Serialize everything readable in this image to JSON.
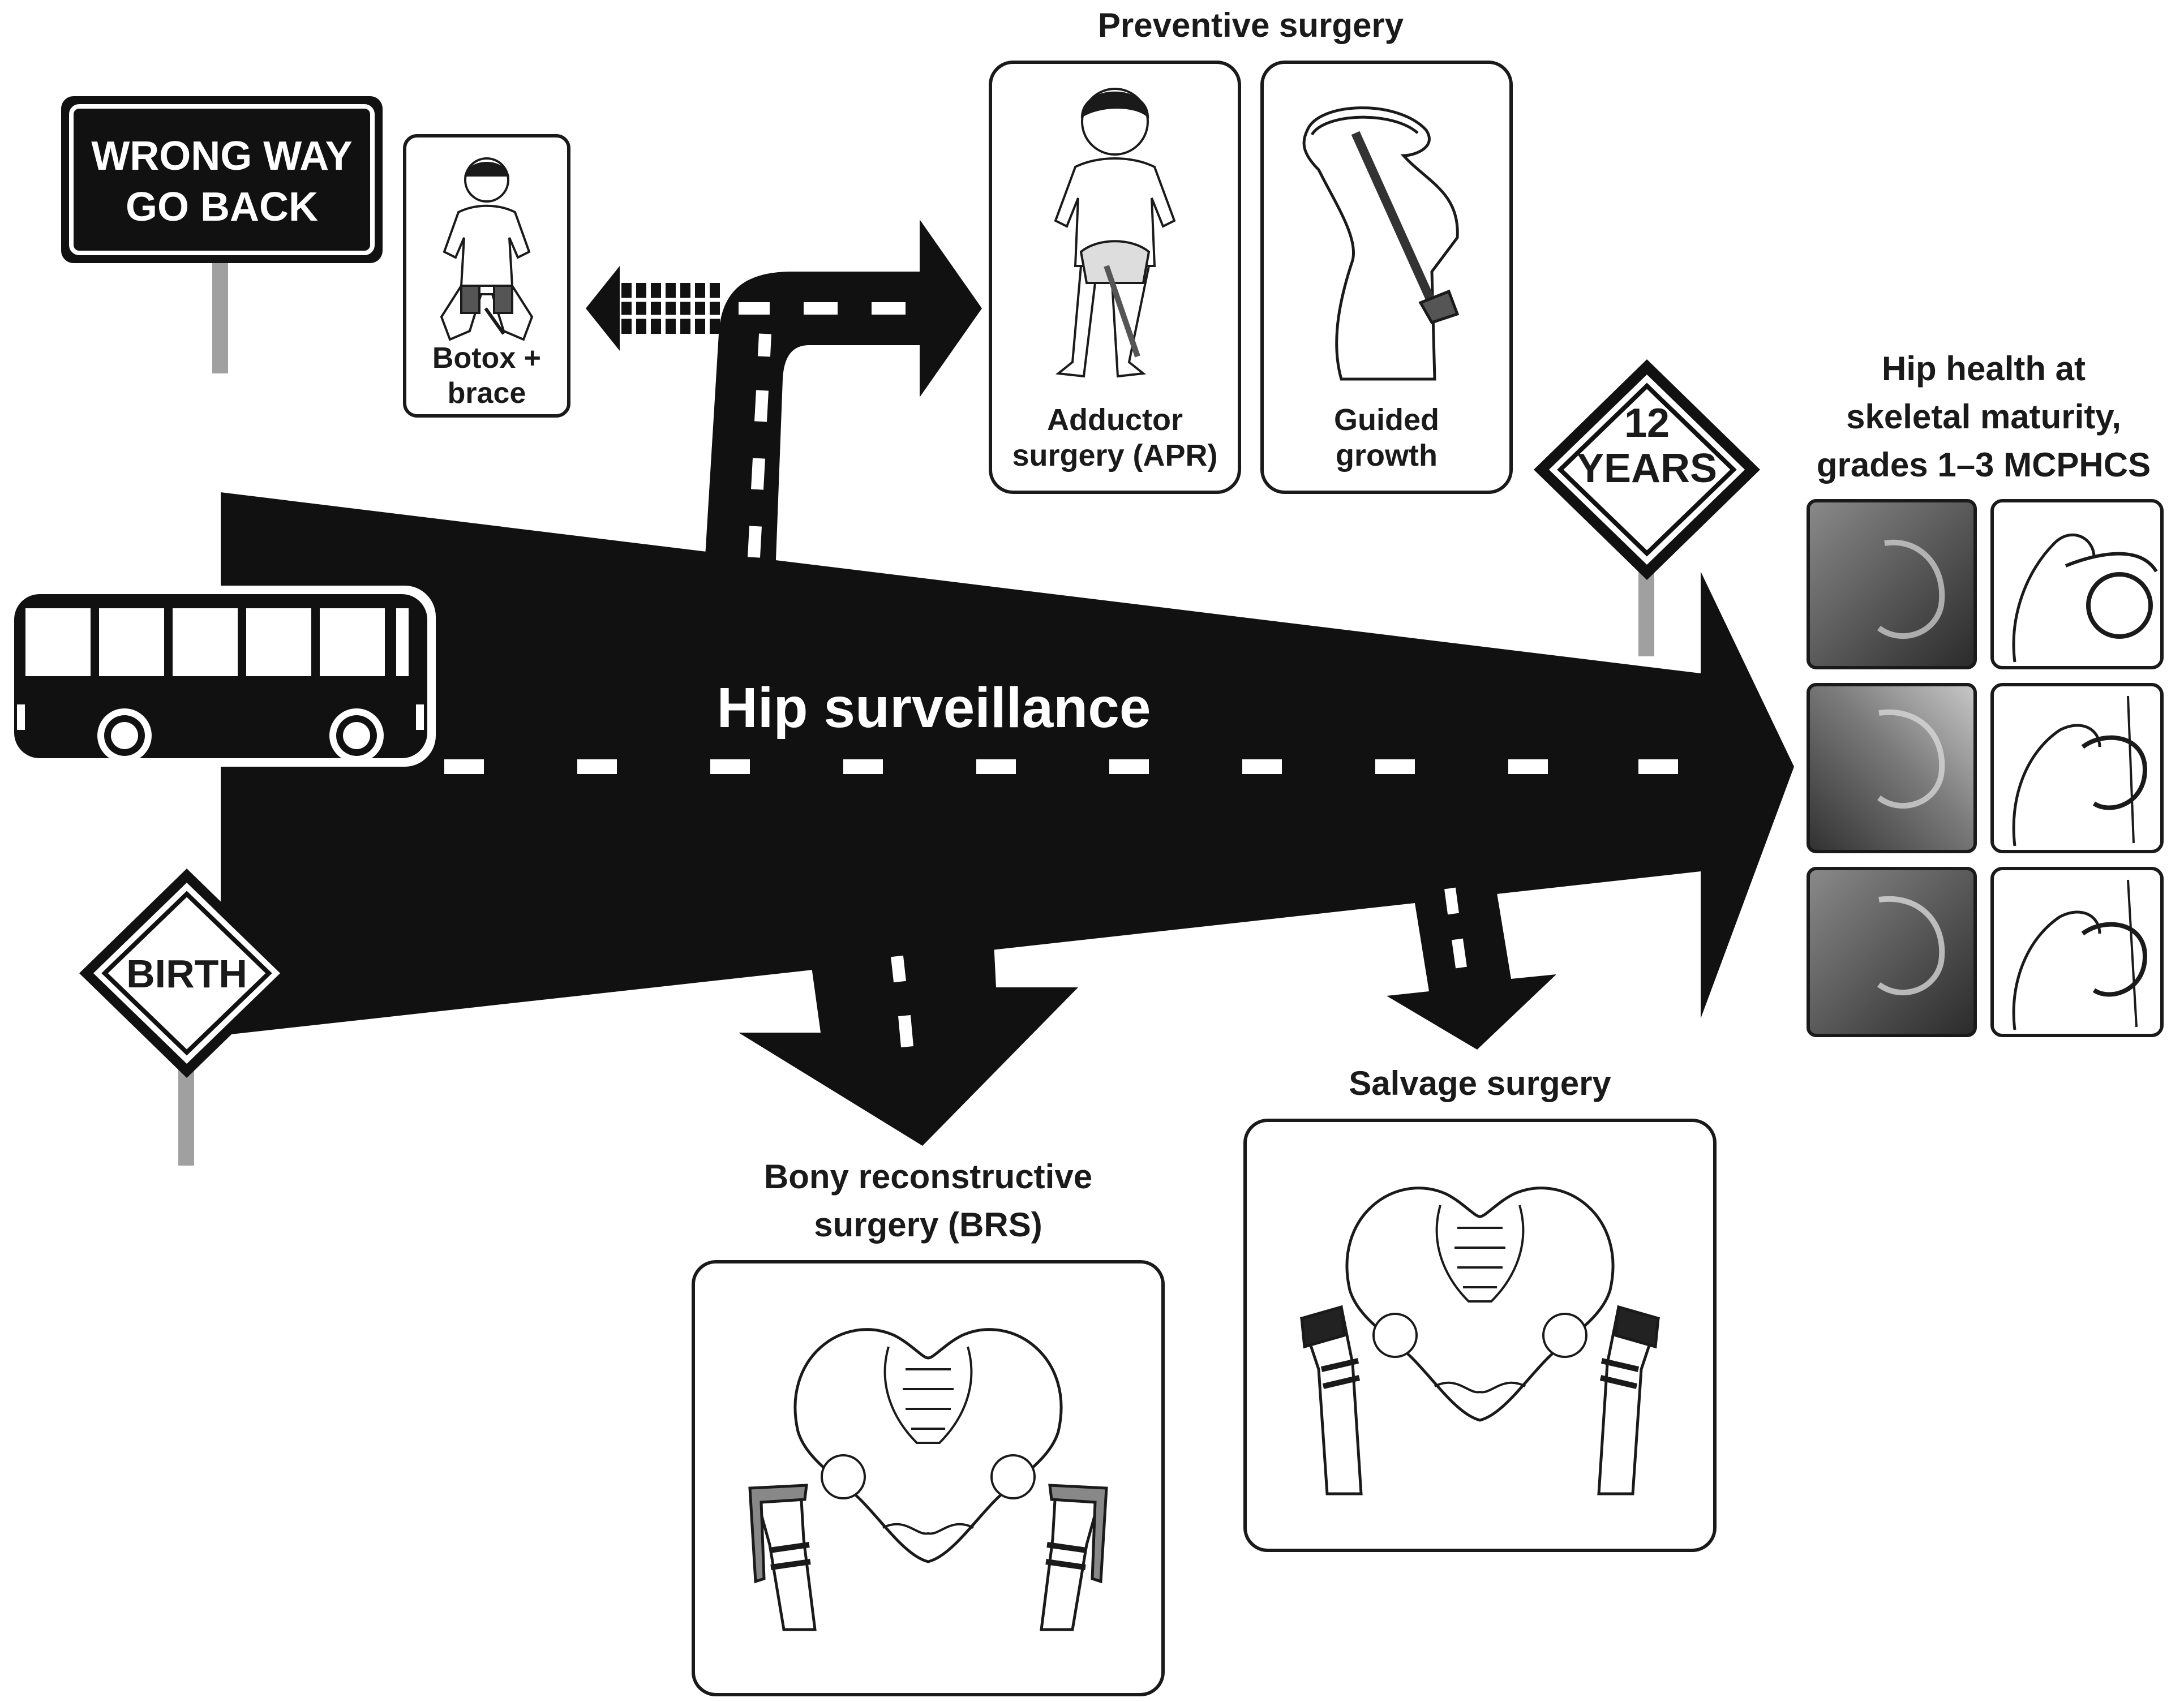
{
  "signs": {
    "wrong_way_line1": "WRONG WAY",
    "wrong_way_line2": "GO BACK",
    "birth": "BIRTH",
    "twelve_line1": "12",
    "twelve_line2": "YEARS"
  },
  "main_road": {
    "label": "Hip surveillance"
  },
  "botox_box": {
    "line1": "Botox +",
    "line2": "brace"
  },
  "preventive": {
    "title": "Preventive surgery",
    "adductor_line1": "Adductor",
    "adductor_line2": "surgery (APR)",
    "guided_line1": "Guided",
    "guided_line2": "growth"
  },
  "hip_health": {
    "line1": "Hip health at",
    "line2": "skeletal maturity,",
    "line3": "grades 1–3 MCPHCS"
  },
  "salvage": {
    "title": "Salvage surgery"
  },
  "bony": {
    "title_line1": "Bony reconstructive",
    "title_line2": "surgery (BRS)"
  },
  "colors": {
    "road": "#111111",
    "sign_post": "#a0a0a0",
    "xray_dark": "#3a3a3a",
    "xray_light": "#d8d8d8"
  },
  "icons": [
    "bus-icon",
    "child-brace-icon",
    "child-figure-icon",
    "femur-screw-icon",
    "pelvis-icon",
    "xray-image",
    "hip-outline-drawing"
  ]
}
